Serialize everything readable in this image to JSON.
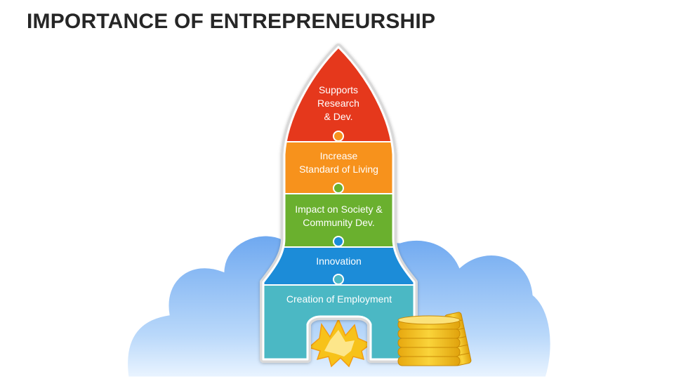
{
  "title": "IMPORTANCE OF ENTREPRENEURSHIP",
  "stages": [
    {
      "label": "Supports\nResearch\n& Dev.",
      "color": "#E5391E"
    },
    {
      "label": "Increase\nStandard of Living",
      "color": "#F7921E"
    },
    {
      "label": "Impact on Society &\nCommunity Dev.",
      "color": "#6BB02D"
    },
    {
      "label": "Innovation",
      "color": "#1B8CD8"
    },
    {
      "label": "Creation of Employment",
      "color": "#4CB8C4"
    }
  ],
  "colors": {
    "cloud": "#7EB4F2",
    "flame": "#F7C21A",
    "coins": "#F2C318"
  }
}
